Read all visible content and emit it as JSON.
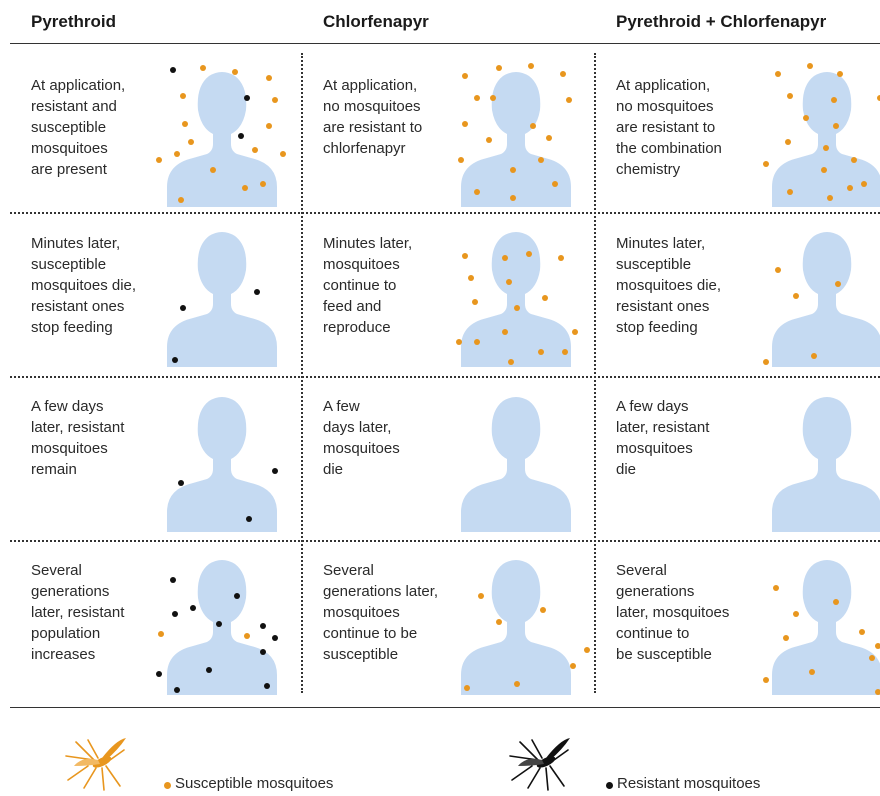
{
  "columns": [
    "Pyrethroid",
    "Chlorfenapyr",
    "Pyrethroid + Chlorfenapyr"
  ],
  "rows": [
    [
      "At application,\nresistant and\nsusceptible\nmosquitoes\nare present",
      "At application,\nno mosquitoes\nare resistant to\nchlorfenapyr",
      "At application,\nno mosquitoes\nare resistant to\nthe combination\nchemistry"
    ],
    [
      "Minutes later,\nsusceptible\nmosquitoes die,\nresistant ones\nstop feeding",
      "Minutes later,\nmosquitoes\ncontinue to\nfeed and\nreproduce",
      "Minutes later,\nsusceptible\nmosquitoes die,\nresistant ones\nstop feeding"
    ],
    [
      "A few days\nlater, resistant\nmosquitoes\nremain",
      "A few\ndays later,\nmosquitoes\ndie",
      "A few days\nlater, resistant\nmosquitoes\ndie"
    ],
    [
      "Several\ngenerations\nlater, resistant\npopulation\nincreases",
      "Several\ngenerations later,\nmosquitoes\ncontinue to be\nsusceptible",
      "Several\ngenerations\nlater, mosquitoes\ncontinue to\nbe susceptible"
    ]
  ],
  "legend": {
    "susceptible": "Susceptible mosquitoes",
    "resistant": "Resistant mosquitoes"
  },
  "colors": {
    "susceptible": "#e8961e",
    "resistant": "#111111",
    "silhouette": "#c5daf2"
  }
}
